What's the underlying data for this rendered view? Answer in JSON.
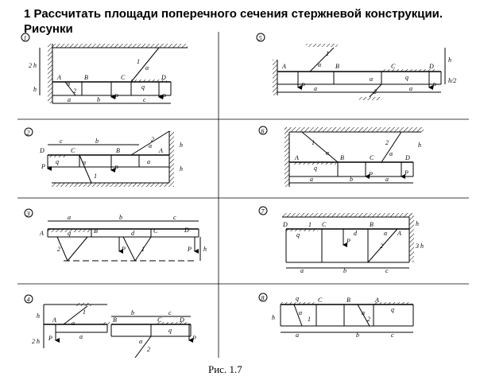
{
  "heading": {
    "line1": "1 Рассчитать площади поперечного сечения стержневой конструкции.",
    "line2": "Рисунки"
  },
  "figure_caption": "Рис. 1.7",
  "panels": [
    {
      "number": "1",
      "labels": {
        "A": "A",
        "B": "B",
        "C": "C",
        "D": "D",
        "p1": "P",
        "p2": "P",
        "alpha": "α",
        "a": "a",
        "b": "b",
        "c": "c",
        "rod1": "1",
        "rod2": "2",
        "h": "h",
        "h2": "2 h",
        "q": "q"
      }
    },
    {
      "number": "2",
      "labels": {
        "A": "A",
        "B": "B",
        "C": "C",
        "D": "D",
        "p1": "P",
        "p2": "P",
        "alpha": "α",
        "a": "a",
        "b": "b",
        "c": "c",
        "rod1": "1",
        "rod2": "2",
        "h": "h",
        "q": "q"
      }
    },
    {
      "number": "3",
      "labels": {
        "A": "A",
        "B": "B",
        "C": "C",
        "D": "D",
        "p1": "P",
        "p2": "P",
        "a": "a",
        "b": "b",
        "c": "c",
        "d": "d",
        "rod1": "1",
        "rod2": "2",
        "h": "h",
        "q": "q"
      }
    },
    {
      "number": "4",
      "labels": {
        "A": "A",
        "B": "B",
        "C": "C",
        "D": "D",
        "p1": "P",
        "p2": "P",
        "alpha": "α",
        "a": "a",
        "b": "b",
        "c": "c",
        "rod1": "1",
        "rod2": "2",
        "h": "h",
        "h2": "2 h",
        "q": "q"
      }
    },
    {
      "number": "5",
      "labels": {
        "A": "A",
        "B": "B",
        "C": "C",
        "D": "D",
        "p1": "P",
        "p2": "P",
        "alpha": "α",
        "a": "a",
        "rod1": "1",
        "rod2": "2",
        "h": "h",
        "h2": "h/2",
        "q": "q"
      }
    },
    {
      "number": "6",
      "labels": {
        "A": "A",
        "B": "B",
        "C": "C",
        "D": "D",
        "p1": "P",
        "p2": "P",
        "alpha": "α",
        "a": "a",
        "b": "b",
        "rod1": "1",
        "rod2": "2",
        "h": "h",
        "q": "q"
      }
    },
    {
      "number": "7",
      "labels": {
        "A": "A",
        "B": "B",
        "C": "C",
        "D": "D",
        "p": "P",
        "alpha": "α",
        "a": "a",
        "b": "b",
        "c": "c",
        "d": "d",
        "rod1": "1",
        "rod2": "2",
        "h": "h",
        "h3": "3 h",
        "q": "q"
      }
    },
    {
      "number": "8",
      "labels": {
        "A": "A",
        "B": "B",
        "C": "C",
        "alpha": "α",
        "a": "a",
        "b": "b",
        "c": "c",
        "rod1": "1",
        "rod2": "2",
        "h": "h",
        "q": "q"
      }
    }
  ]
}
